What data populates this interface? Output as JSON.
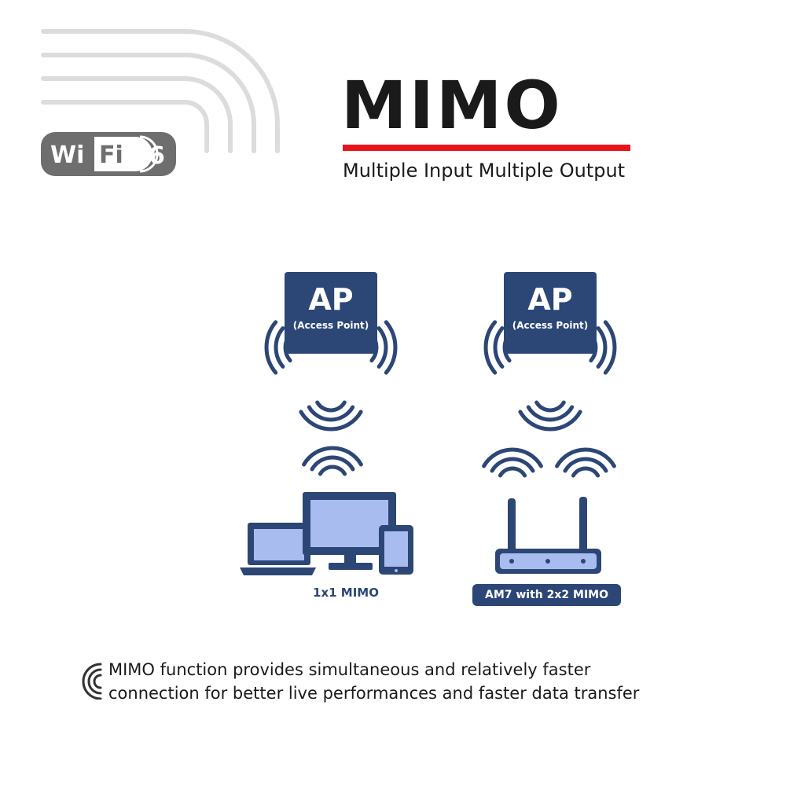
{
  "header": {
    "wifi_badge": {
      "part_1": "Wi",
      "part_2": "Fi",
      "part_3": "6"
    },
    "title": "MIMO",
    "subtitle": "Multiple Input Multiple Output",
    "accent_color": "#e8141b"
  },
  "diagram": {
    "primary_color": "#2c4776",
    "device_fill_color": "#a9bcf0",
    "access_points": [
      {
        "label": "AP",
        "sublabel": "(Access Point)"
      },
      {
        "label": "AP",
        "sublabel": "(Access Point)"
      }
    ],
    "left_label": "1x1 MIMO",
    "right_label": "AM7 with 2x2 MIMO",
    "icons": [
      "laptop-icon",
      "monitor-icon",
      "tablet-icon",
      "router-icon",
      "wifi-signal-icon"
    ]
  },
  "description": {
    "line_1": "MIMO function provides simultaneous and relatively faster",
    "line_2": "connection for better live performances and faster data transfer"
  }
}
